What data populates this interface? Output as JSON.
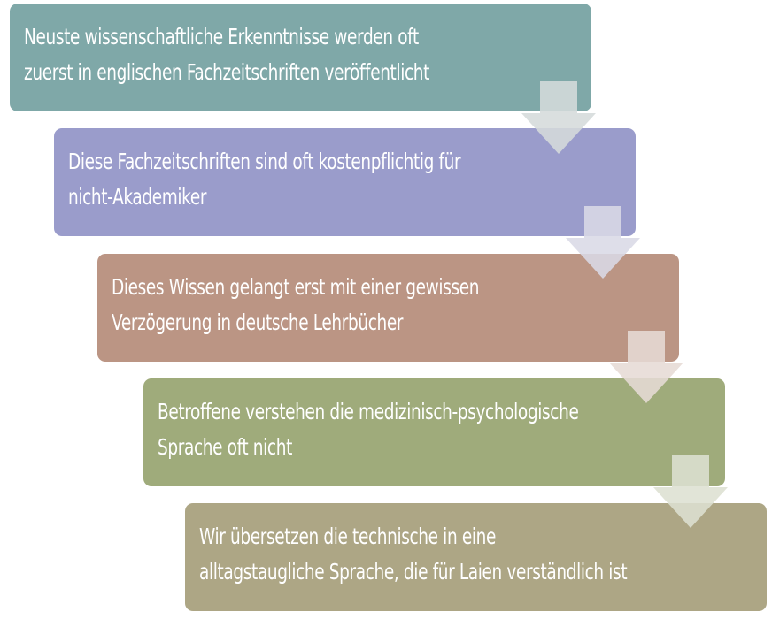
{
  "steps": [
    {
      "line1": "Neuste wissenschaftliche Erkenntnisse werden oft",
      "line2": "zuerst in englischen Fachzeitschriften veröffentlicht",
      "color": "#7fa8a8"
    },
    {
      "line1": "Diese Fachzeitschriften sind oft kostenpflichtig für",
      "line2": "nicht-Akademiker",
      "color": "#9a9ccb"
    },
    {
      "line1": "Dieses Wissen gelangt erst mit einer gewissen",
      "line2": "Verzögerung in deutsche Lehrbücher",
      "color": "#bb9584"
    },
    {
      "line1": "Betroffene verstehen die medizinisch-psychologische",
      "line2": "Sprache oft nicht",
      "color": "#9fab7b"
    },
    {
      "line1": "Wir übersetzen die technische in eine",
      "line2": "alltagstaugliche Sprache, die für Laien verständlich ist",
      "color": "#ada685"
    }
  ],
  "arrow_color": "#d5dbdb"
}
